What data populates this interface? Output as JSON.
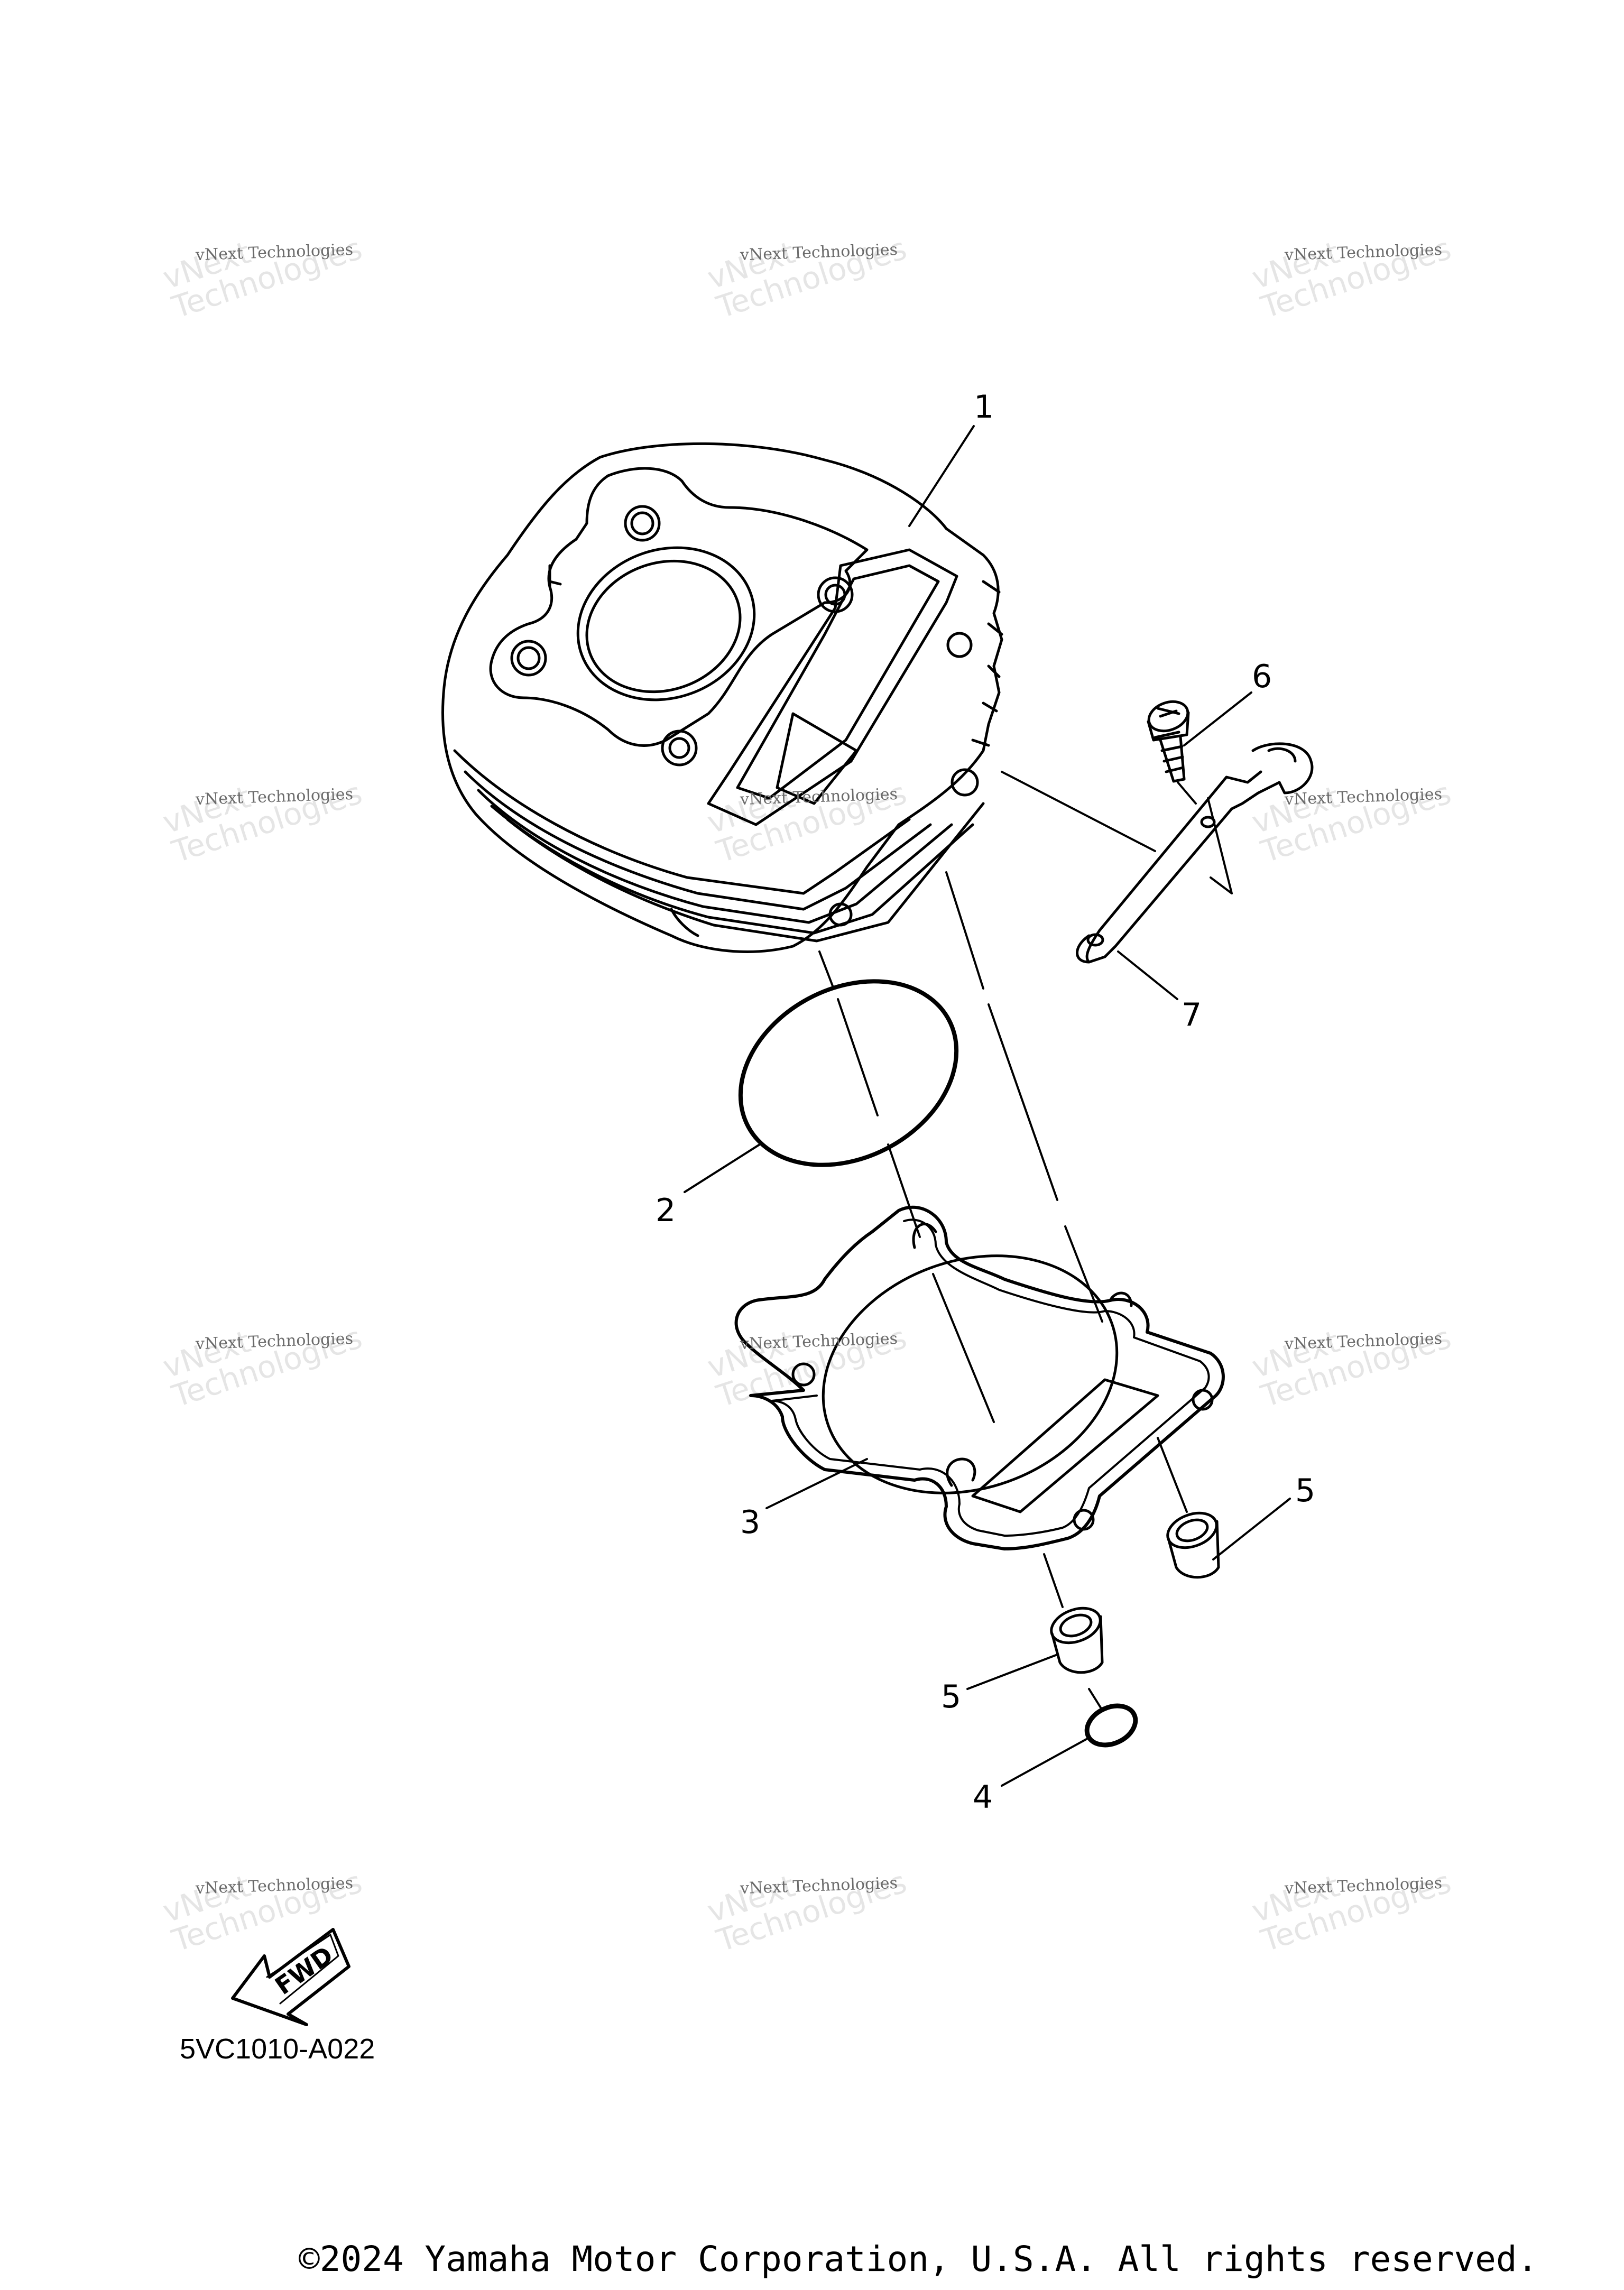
{
  "diagram": {
    "callouts": {
      "c1": "1",
      "c2": "2",
      "c3": "3",
      "c4": "4",
      "c5a": "5",
      "c5b": "5",
      "c6": "6",
      "c7": "7"
    },
    "fwd_label": "FWD",
    "code": "5VC1010-A022",
    "copyright": "©2024 Yamaha Motor Corporation, U.S.A. All rights reserved."
  },
  "watermark": {
    "line_small": "vNext Technologies",
    "line_big_1": "vNext",
    "line_big_2": "Technologies"
  },
  "colors": {
    "line": "#000000",
    "background": "#ffffff",
    "watermark": "#6a6a6a"
  }
}
